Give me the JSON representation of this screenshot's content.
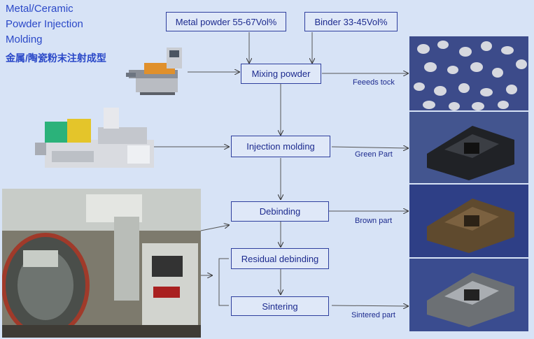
{
  "title": {
    "line1": "Metal/Ceramic",
    "line2": "Powder Injection",
    "line3": "Molding",
    "line4": "金属/陶瓷粉末注射成型"
  },
  "inputs": {
    "metal_powder": "Metal powder 55-67Vol%",
    "binder": "Binder  33-45Vol%"
  },
  "steps": {
    "mixing": "Mixing powder",
    "injection": "Injection molding",
    "debinding": "Debinding",
    "residual": "Residual debinding",
    "sintering": "Sintering"
  },
  "outputs": {
    "feedstock": "Feeeds tock",
    "green": "Green Part",
    "brown": "Brown part",
    "sintered": "Sintered part"
  },
  "colors": {
    "background": "#d7e3f6",
    "box_border": "#2e3f9e",
    "text": "#1c2a8e"
  }
}
